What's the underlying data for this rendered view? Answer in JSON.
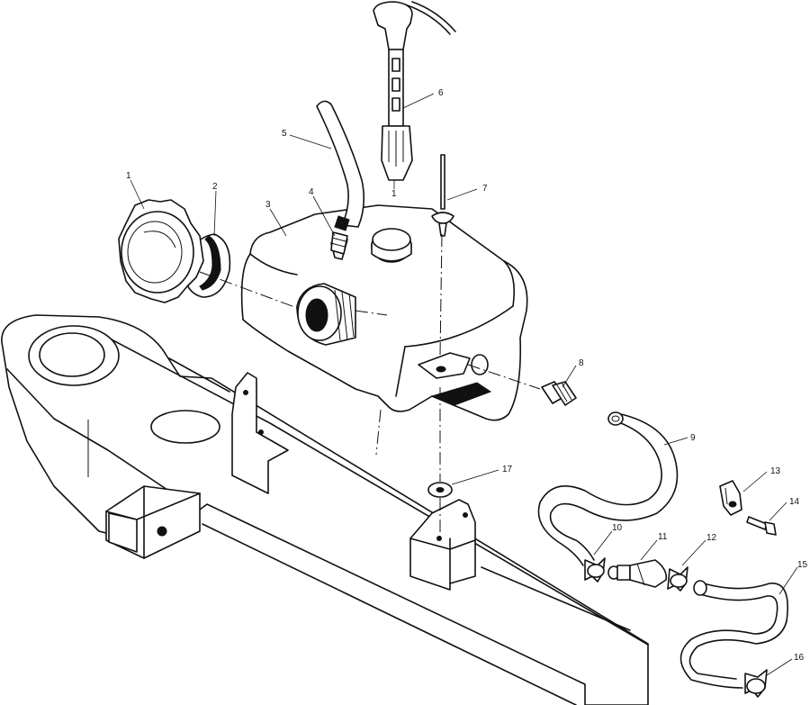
{
  "callouts": [
    {
      "label": "1"
    },
    {
      "label": "2"
    },
    {
      "label": "3"
    },
    {
      "label": "4"
    },
    {
      "label": "5"
    },
    {
      "label": "6"
    },
    {
      "label": "1"
    },
    {
      "label": "7"
    },
    {
      "label": "8"
    },
    {
      "label": "9"
    },
    {
      "label": "10"
    },
    {
      "label": "11"
    },
    {
      "label": "12"
    },
    {
      "label": "13"
    },
    {
      "label": "14"
    },
    {
      "label": "15"
    },
    {
      "label": "16"
    },
    {
      "label": "17"
    }
  ]
}
